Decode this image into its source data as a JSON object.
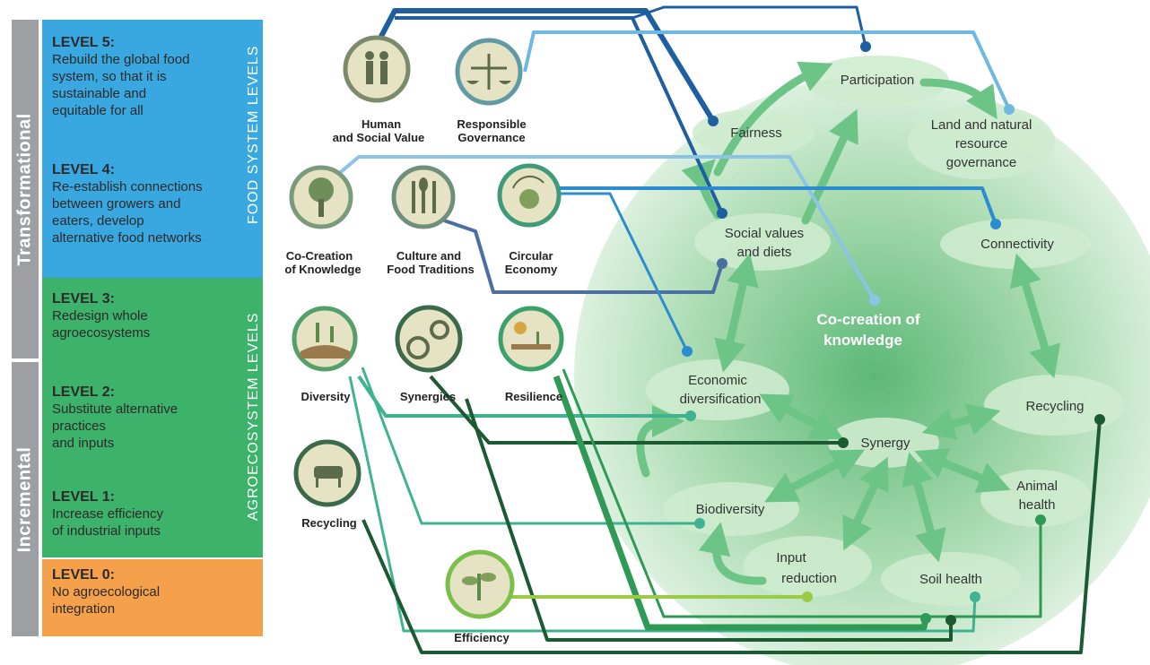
{
  "side_labels": {
    "transformational": "Transformational",
    "incremental": "Incremental"
  },
  "band_labels": {
    "food_system": "FOOD SYSTEM LEVELS",
    "agroecosystem": "AGROECOSYSTEM LEVELS"
  },
  "levels": [
    {
      "title": "LEVEL 5:",
      "lines": [
        "Rebuild the global food",
        "system, so that it is",
        "sustainable and",
        "equitable for all"
      ]
    },
    {
      "title": "LEVEL 4:",
      "lines": [
        "Re-establish connections",
        "between growers and",
        "eaters, develop",
        "alternative food networks"
      ]
    },
    {
      "title": "LEVEL 3:",
      "lines": [
        "Redesign whole",
        "agroecosystems"
      ]
    },
    {
      "title": "LEVEL 2:",
      "lines": [
        "Substitute alternative",
        "practices",
        "and inputs"
      ]
    },
    {
      "title": "LEVEL 1:",
      "lines": [
        "Increase efficiency",
        "of industrial inputs"
      ]
    },
    {
      "title": "LEVEL 0:",
      "lines": [
        "No agroecological",
        "integration"
      ]
    }
  ],
  "elements": [
    {
      "name": "human-and-social-value",
      "lines": [
        "Human",
        "and Social Value"
      ]
    },
    {
      "name": "responsible-governance",
      "lines": [
        "Responsible",
        "Governance"
      ]
    },
    {
      "name": "co-creation-of-knowledge",
      "lines": [
        "Co-Creation",
        "of Knowledge"
      ]
    },
    {
      "name": "culture-and-food-traditions",
      "lines": [
        "Culture and",
        "Food Traditions"
      ]
    },
    {
      "name": "circular-economy",
      "lines": [
        "Circular",
        "Economy"
      ]
    },
    {
      "name": "diversity",
      "lines": [
        "Diversity"
      ]
    },
    {
      "name": "synergies",
      "lines": [
        "Synergies"
      ]
    },
    {
      "name": "resilience",
      "lines": [
        "Resilience"
      ]
    },
    {
      "name": "recycling",
      "lines": [
        "Recycling"
      ]
    },
    {
      "name": "efficiency",
      "lines": [
        "Efficiency"
      ]
    }
  ],
  "principles": [
    {
      "name": "participation",
      "lines": [
        "Participation"
      ]
    },
    {
      "name": "fairness",
      "lines": [
        "Fairness"
      ]
    },
    {
      "name": "land-governance",
      "lines": [
        "Land and natural",
        "resource",
        "governance"
      ]
    },
    {
      "name": "social-values",
      "lines": [
        "Social values",
        "and diets"
      ]
    },
    {
      "name": "connectivity",
      "lines": [
        "Connectivity"
      ]
    },
    {
      "name": "economic-diversification",
      "lines": [
        "Economic",
        "diversification"
      ]
    },
    {
      "name": "recycling-principle",
      "lines": [
        "Recycling"
      ]
    },
    {
      "name": "synergy",
      "lines": [
        "Synergy"
      ]
    },
    {
      "name": "animal-health",
      "lines": [
        "Animal",
        "health"
      ]
    },
    {
      "name": "biodiversity",
      "lines": [
        "Biodiversity"
      ]
    },
    {
      "name": "input-reduction",
      "lines": [
        "Input",
        "reduction"
      ]
    },
    {
      "name": "soil-health",
      "lines": [
        "Soil health"
      ]
    }
  ],
  "center_label": [
    "Co-creation of",
    "knowledge"
  ],
  "colors": {
    "food_system_band": "#3aa8e0",
    "agroecosystem_band": "#3db26a",
    "level0_band": "#f5a04a",
    "side_grey": "#9d9fa3",
    "dark_blue": "#1d5fa0",
    "mid_blue": "#3a8cc8",
    "light_blue": "#6fb8e2",
    "dark_green": "#1c5a32",
    "mid_green": "#2e9a55",
    "teal": "#3fb390",
    "lime": "#9bcb45"
  }
}
